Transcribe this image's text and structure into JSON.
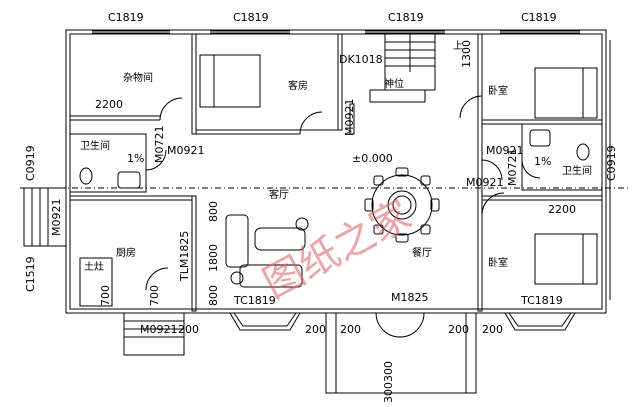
{
  "rooms": {
    "storage": "杂物间",
    "guest": "客房",
    "bath_left": "卫生间",
    "kitchen": "厨房",
    "stove": "土灶",
    "living": "客厅",
    "dining": "餐厅",
    "bed_top_right": "卧室",
    "bath_right": "卫生间",
    "bed_bottom_right": "卧室",
    "shrine": "神位",
    "stair_up": "上"
  },
  "labels": {
    "window_top_1": "C1819",
    "window_top_2": "C1819",
    "window_top_3": "C1819",
    "window_top_4": "C1819",
    "door_stair": "DK1018",
    "stair_len": "1300",
    "dim_2200_left": "2200",
    "door_m0921_a": "M0921",
    "door_m0921_b": "M0921",
    "door_m0721_left": "M0721",
    "win_c0919_left": "C0919",
    "slope_left": "1%",
    "elev": "±0.000",
    "door_m0921_c": "M0921",
    "slope_right": "1%",
    "win_c0919_right": "C0919",
    "door_m0921_d": "M0921",
    "door_m0721_right": "M0721",
    "dim_2200_right": "2200",
    "door_m0921_kitchen": "M0921",
    "dim_800_a": "800",
    "dim_1800": "1800",
    "dim_800_b": "800",
    "door_tlm1825": "TLM1825",
    "win_c1519": "C1519",
    "dim_700_a": "700",
    "dim_700_b": "700",
    "win_tc1819_left": "TC1819",
    "door_m1825": "M1825",
    "win_tc1819_right": "TC1819",
    "door_m0921_bottom": "M0921",
    "dim_200": "200",
    "dim_200_a": "200",
    "dim_200_b": "200",
    "dim_200_c": "200",
    "dim_200_d": "200",
    "dim_300300": "300300"
  },
  "watermark": "图纸之家"
}
